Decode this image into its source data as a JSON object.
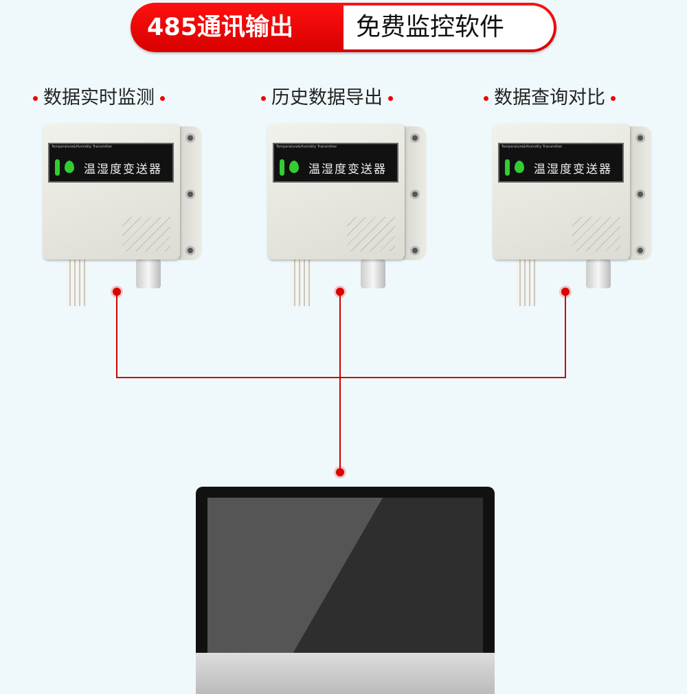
{
  "banner": {
    "left": "485通讯输出",
    "right": "免费监控软件"
  },
  "features": [
    "数据实时监测",
    "历史数据导出",
    "数据查询对比"
  ],
  "device": {
    "label_en": "Temperature&Humidity Transmitter",
    "label_cn": "温湿度变送器"
  },
  "colors": {
    "accent": "#e00000",
    "background": "#eff9fb",
    "indicator": "#33cc33"
  }
}
